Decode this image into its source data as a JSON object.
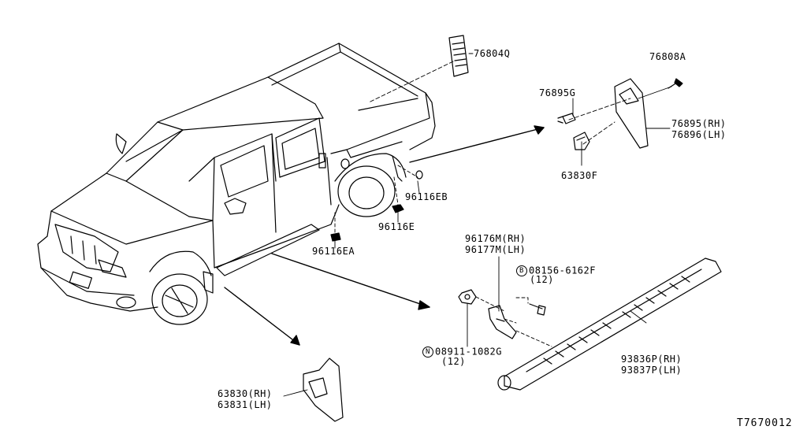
{
  "parts": {
    "p76804Q": "76804Q",
    "p76808A": "76808A",
    "p76895G": "76895G",
    "p76895_rh": "76895(RH)",
    "p76896_lh": "76896(LH)",
    "p63830F": "63830F",
    "p96116EB": "96116EB",
    "p96116E": "96116E",
    "p96116EA": "96116EA",
    "p96176M_rh": "96176M(RH)",
    "p96177M_lh": "96177M(LH)",
    "p08156": "08156-6162F",
    "p08156_qty": "(12)",
    "p08911": "08911-1082G",
    "p08911_qty": "(12)",
    "p93836P_rh": "93836P(RH)",
    "p93837P_lh": "93837P(LH)",
    "p63830_rh": "63830(RH)",
    "p63831_lh": "63831(LH)"
  },
  "symbols": {
    "bolt_symbol": "B",
    "nut_symbol": "N"
  },
  "footer": {
    "ref_code": "T7670012"
  }
}
